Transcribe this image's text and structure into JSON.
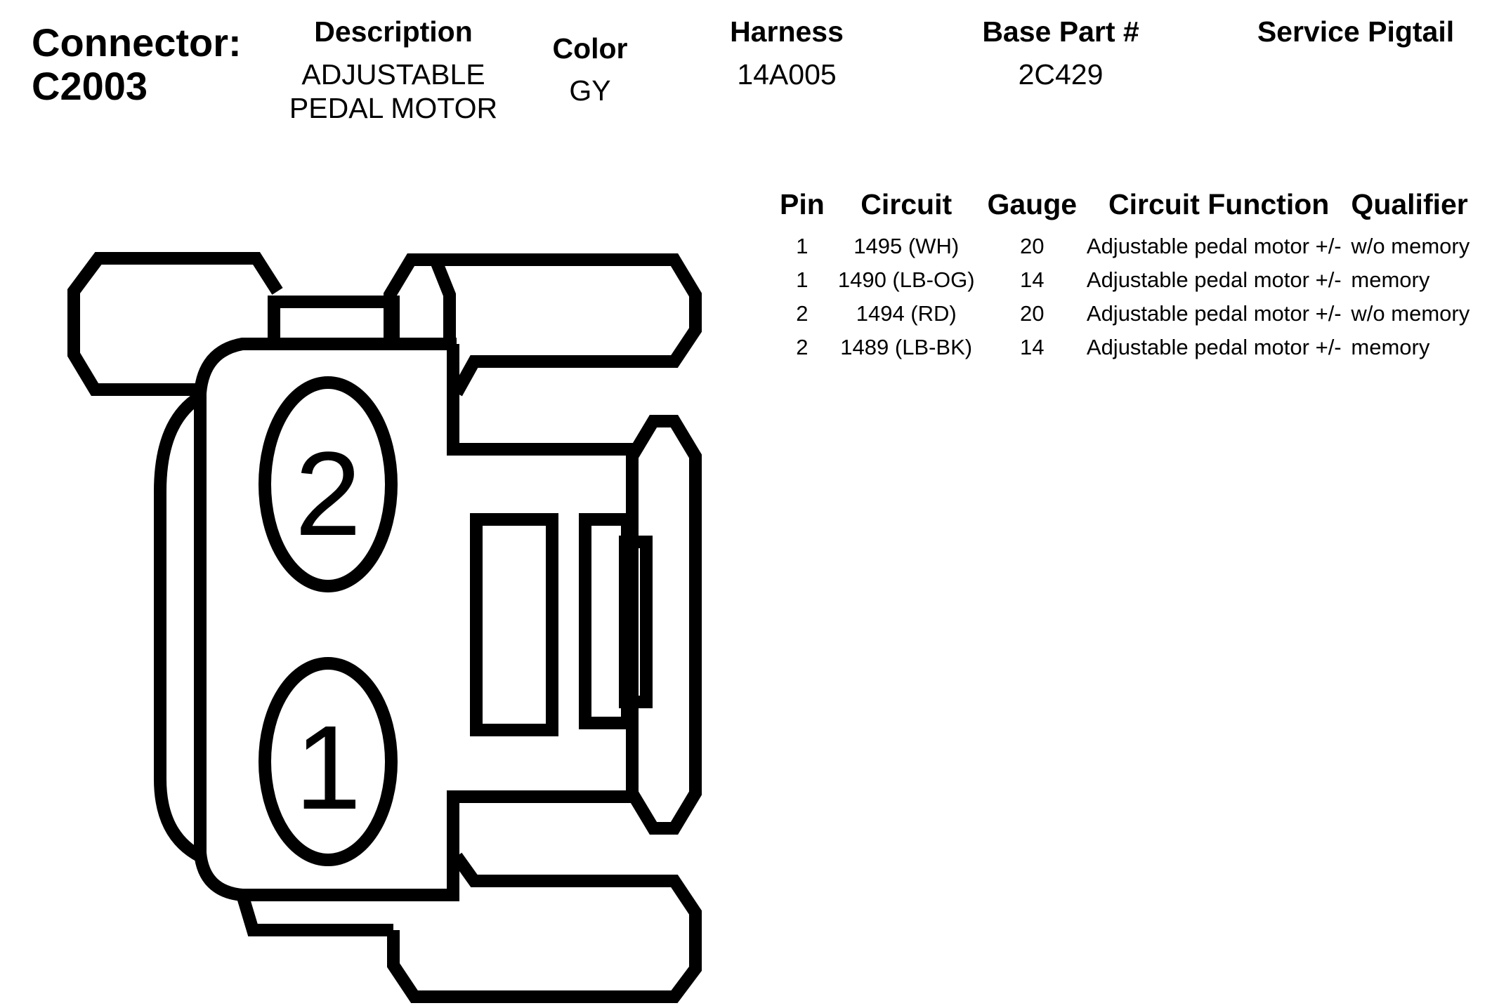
{
  "connector": {
    "label_line1": "Connector:",
    "label_line2": "C2003"
  },
  "header": {
    "description_label": "Description",
    "description_line1": "ADJUSTABLE",
    "description_line2": "PEDAL MOTOR",
    "color_label": "Color",
    "color_value": "GY",
    "harness_label": "Harness",
    "harness_value": "14A005",
    "base_part_label": "Base Part #",
    "base_part_value": "2C429",
    "service_pigtail_label": "Service Pigtail",
    "service_pigtail_value": ""
  },
  "pin_table": {
    "columns": [
      "Pin",
      "Circuit",
      "Gauge",
      "Circuit Function",
      "Qualifier"
    ],
    "rows": [
      {
        "pin": "1",
        "circuit": "1495 (WH)",
        "gauge": "20",
        "function": "Adjustable pedal motor +/-",
        "qualifier": "w/o memory"
      },
      {
        "pin": "1",
        "circuit": "1490 (LB-OG)",
        "gauge": "14",
        "function": "Adjustable pedal motor +/-",
        "qualifier": "memory"
      },
      {
        "pin": "2",
        "circuit": "1494 (RD)",
        "gauge": "20",
        "function": "Adjustable pedal motor +/-",
        "qualifier": "w/o memory"
      },
      {
        "pin": "2",
        "circuit": "1489 (LB-BK)",
        "gauge": "14",
        "function": "Adjustable pedal motor +/-",
        "qualifier": "memory"
      }
    ]
  },
  "diagram": {
    "pins": [
      {
        "label": "2"
      },
      {
        "label": "1"
      }
    ],
    "stroke_color": "#000000"
  }
}
